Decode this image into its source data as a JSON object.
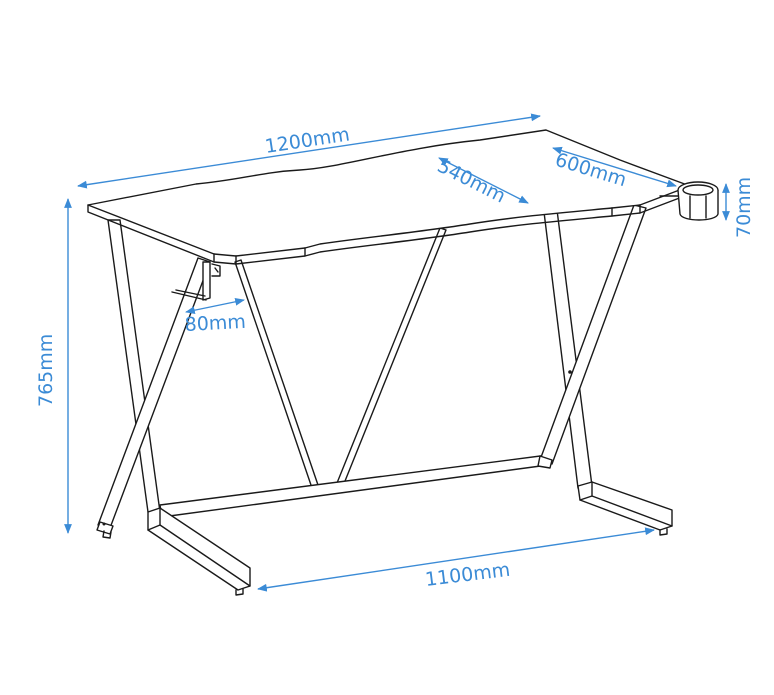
{
  "diagram": {
    "colors": {
      "outline": "#1a1a1a",
      "dimension": "#3b8bd6",
      "background": "#ffffff"
    },
    "dimensions": {
      "width": "1200mm",
      "inner_depth": "540mm",
      "side_depth": "600mm",
      "cup_holder_height": "70mm",
      "height": "765mm",
      "hook_size": "80mm",
      "foot_span": "1100mm"
    }
  }
}
